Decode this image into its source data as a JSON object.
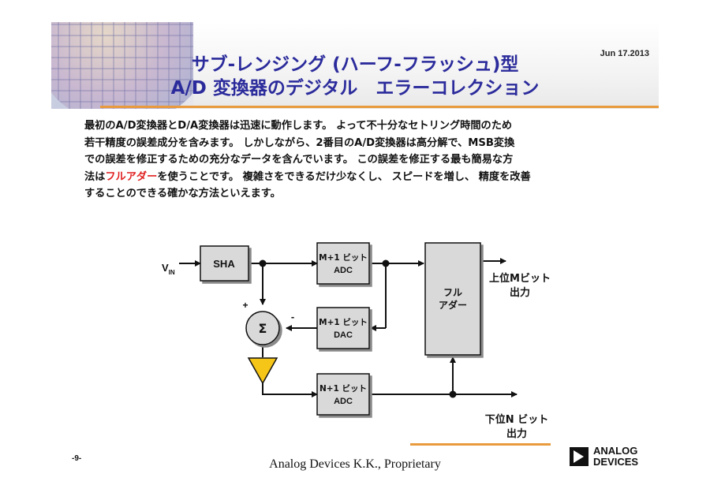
{
  "header": {
    "title_line1": "サブ-レンジング (ハーフ-フラッシュ)型",
    "title_line2": "A/D 変換器のデジタル　エラーコレクション",
    "date": "Jun 17.2013"
  },
  "body": {
    "line1": "最初のA/D変換器とD/A変換器は迅速に動作します。 よって不十分なセトリング時間のため",
    "line2": "若干精度の誤差成分を含みます。 しかしながら、2番目のA/D変換器は高分解で、MSB変換",
    "line3": "での誤差を修正するための充分なデータを含んでいます。 この誤差を修正する最も簡易な方",
    "line4_before": "法は",
    "line4_highlight": "フルアダー",
    "line4_after": "を使うことです。 複雑さをできるだけ少なくし、 スピードを増し、 精度を改善",
    "line5": "することのできる確かな方法といえます。"
  },
  "diagram": {
    "input_label": "V",
    "input_sub": "IN",
    "sha": "SHA",
    "adc1_line1": "M+1 ビット",
    "adc1_line2": "ADC",
    "dac_line1": "M+1 ビット",
    "dac_line2": "DAC",
    "adc2_line1": "N+1 ビット",
    "adc2_line2": "ADC",
    "adder_line1": "フル",
    "adder_line2": "アダー",
    "sum_symbol": "Σ",
    "plus": "+",
    "minus": "-",
    "upper_out_line1": "上位Mビット",
    "upper_out_line2": "出力",
    "lower_out_line1": "下位N ビット",
    "lower_out_line2": "出力"
  },
  "footer": {
    "page": "-9-",
    "text": "Analog Devices K.K., Proprietary",
    "logo_line1": "ANALOG",
    "logo_line2": "DEVICES"
  },
  "colors": {
    "title": "#2b2b9c",
    "accent_rule": "#e89a3c",
    "highlight": "#e02020",
    "amp_fill": "#f5c518",
    "block_fill": "#d9d9d9"
  }
}
